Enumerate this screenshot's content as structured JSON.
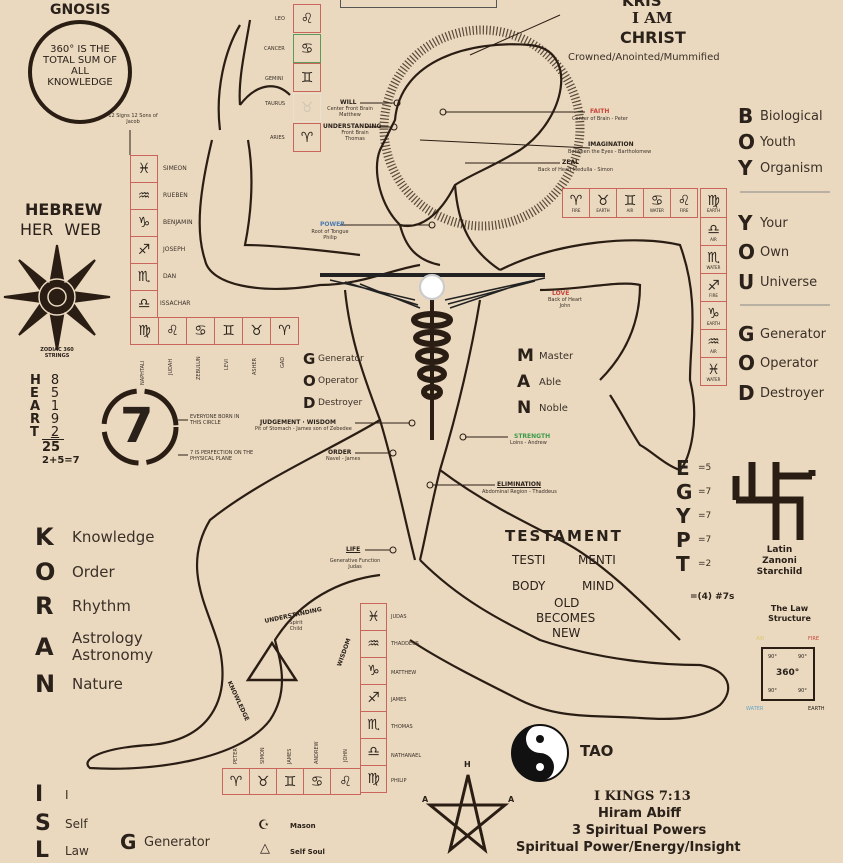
{
  "top_left": {
    "gnosis": "GNOSIS",
    "circle_text": "360° IS THE TOTAL SUM OF ALL KNOWLEDGE"
  },
  "hebrew": {
    "title": "HEBREW",
    "subtitle": "HER   WEB",
    "zodiac_caption": "ZODIAC 360 STRINGS"
  },
  "heart": {
    "letters": [
      "H",
      "E",
      "A",
      "R",
      "T"
    ],
    "numbers": [
      "8",
      "5",
      "1",
      "9",
      "2"
    ],
    "total": "25",
    "sum": "2+5=7"
  },
  "seven": {
    "numeral": "7",
    "note1": "EVERYONE BORN IN THIS CIRCLE",
    "note2": "7 IS PERFECTION ON THE PHYSICAL PLANE"
  },
  "sons_of_jacob": {
    "caption": "12 Signs 12 Sons of Jacob",
    "column": [
      {
        "glyph": "♓",
        "name": "SIMEON"
      },
      {
        "glyph": "♒",
        "name": "RUEBEN"
      },
      {
        "glyph": "♑",
        "name": "BENJAMIN"
      },
      {
        "glyph": "♐",
        "name": "JOSEPH"
      },
      {
        "glyph": "♏",
        "name": "DAN"
      },
      {
        "glyph": "♎",
        "name": "ISSACHAR"
      }
    ],
    "row": [
      {
        "glyph": "♍",
        "name": "NAPHTALI"
      },
      {
        "glyph": "♌",
        "name": "JUDAH"
      },
      {
        "glyph": "♋",
        "name": "ZEBULUN"
      },
      {
        "glyph": "♊",
        "name": "LEVI"
      },
      {
        "glyph": "♉",
        "name": "ASHER"
      },
      {
        "glyph": "♈",
        "name": "GAD"
      }
    ]
  },
  "top_signs": [
    {
      "glyph": "♌",
      "name": "LEO"
    },
    {
      "glyph": "♋",
      "name": "CANCER"
    },
    {
      "glyph": "♊",
      "name": "GEMINI"
    },
    {
      "glyph": "♉",
      "name": "TAURUS"
    },
    {
      "glyph": "♈",
      "name": "ARIES"
    }
  ],
  "god_left": [
    {
      "letter": "G",
      "word": "Generator"
    },
    {
      "letter": "O",
      "word": "Operator"
    },
    {
      "letter": "D",
      "word": "Destroyer"
    }
  ],
  "head": {
    "title1": "KRIS",
    "title2": "I AM",
    "title3": "CHRIST",
    "subtitle": "Crowned/Anointed/Mummified",
    "will": {
      "label": "WILL",
      "sub": "Center Front Brain Matthew"
    },
    "understanding": {
      "label": "UNDERSTANDING",
      "sub": "Front Brain Thomas"
    },
    "faith": {
      "label": "FAITH",
      "sub": "Center of Brain - Peter"
    },
    "imagination": {
      "label": "IMAGINATION",
      "sub": "Between the Eyes - Bartholomew"
    },
    "zeal": {
      "label": "ZEAL",
      "sub": "Back of Head Medulla - Simon"
    },
    "power": {
      "label": "POWER",
      "sub": "Root of Tongue Philip"
    }
  },
  "body": {
    "love": {
      "label": "LOVE",
      "sub": "Back of Heart John"
    },
    "judgement": {
      "label": "JUDGEMENT · WISDOM",
      "sub": "Pit of Stomach - James son of Zebedee"
    },
    "order": {
      "label": "ORDER",
      "sub": "Navel - James"
    },
    "strength": {
      "label": "STRENGTH",
      "sub": "Loins - Andrew"
    },
    "elimination": {
      "label": "ELIMINATION",
      "sub": "Abdominal Region - Thaddeus"
    },
    "life": {
      "label": "LIFE",
      "sub": "Generative Function Judas"
    }
  },
  "man": [
    {
      "letter": "M",
      "word": "Master"
    },
    {
      "letter": "A",
      "word": "Able"
    },
    {
      "letter": "N",
      "word": "Noble"
    }
  ],
  "boy": [
    {
      "letter": "B",
      "word": "Biological"
    },
    {
      "letter": "O",
      "word": "Youth"
    },
    {
      "letter": "Y",
      "word": "Organism"
    }
  ],
  "you": [
    {
      "letter": "Y",
      "word": "Your"
    },
    {
      "letter": "O",
      "word": "Own"
    },
    {
      "letter": "U",
      "word": "Universe"
    }
  ],
  "god_right": [
    {
      "letter": "G",
      "word": "Generator"
    },
    {
      "letter": "O",
      "word": "Operator"
    },
    {
      "letter": "D",
      "word": "Destroyer"
    }
  ],
  "elements_grid": {
    "row": [
      {
        "glyph": "♈",
        "el": "FIRE"
      },
      {
        "glyph": "♉",
        "el": "EARTH"
      },
      {
        "glyph": "♊",
        "el": "AIR"
      },
      {
        "glyph": "♋",
        "el": "WATER"
      },
      {
        "glyph": "♌",
        "el": "FIRE"
      },
      {
        "glyph": "♍",
        "el": "EARTH"
      }
    ],
    "column": [
      {
        "glyph": "♎",
        "el": "AIR"
      },
      {
        "glyph": "♏",
        "el": "WATER"
      },
      {
        "glyph": "♐",
        "el": "FIRE"
      },
      {
        "glyph": "♑",
        "el": "EARTH"
      },
      {
        "glyph": "♒",
        "el": "AIR"
      },
      {
        "glyph": "♓",
        "el": "WATER"
      }
    ]
  },
  "egypt": {
    "rows": [
      {
        "letter": "E",
        "value": "=5"
      },
      {
        "letter": "G",
        "value": "=7"
      },
      {
        "letter": "Y",
        "value": "=7"
      },
      {
        "letter": "P",
        "value": "=7"
      },
      {
        "letter": "T",
        "value": "=2"
      }
    ],
    "summary": "=(4) #7s"
  },
  "swastika_caption": "Latin Zanoni Starchild",
  "law": {
    "title": "The Law Structure",
    "fire": "FIRE",
    "air": "AIR",
    "water": "WATER",
    "earth": "EARTH",
    "center": "360°",
    "angle": "90°"
  },
  "koran": [
    {
      "letter": "K",
      "word": "Knowledge"
    },
    {
      "letter": "O",
      "word": "Order"
    },
    {
      "letter": "R",
      "word": "Rhythm"
    },
    {
      "letter": "A",
      "word": "Astrology Astronomy"
    },
    {
      "letter": "N",
      "word": "Nature"
    }
  ],
  "testament": {
    "title": "TESTAMENT",
    "testi": "TESTI",
    "menti": "MENTI",
    "body": "BODY",
    "mind": "MIND",
    "line1": "OLD",
    "line2": "BECOMES",
    "line3": "NEW"
  },
  "triangle": {
    "top": "UNDERSTANDING",
    "top_sub": "Spirit Child",
    "left": "KNOWLEDGE",
    "right": "WISDOM"
  },
  "apostles": {
    "column": [
      "JUDAS",
      "THADDEUS",
      "MATTHEW",
      "JAMES",
      "THOMAS",
      "NATHANAEL",
      "PHILIP"
    ],
    "row": [
      "PETER",
      "SIMON",
      "JAMES",
      "ANDREW",
      "JOHN"
    ]
  },
  "tao": "TAO",
  "kings": {
    "line1": "I KINGS 7:13",
    "line2": "Hiram Abiff",
    "line3": "3 Spiritual Powers",
    "line4": "Spiritual Power/Energy/Insight"
  },
  "isl": [
    {
      "letter": "I",
      "word": "I"
    },
    {
      "letter": "S",
      "word": "Self"
    },
    {
      "letter": "L",
      "word": "Law"
    }
  ],
  "bottom_god": {
    "letter": "G",
    "word": "Generator"
  },
  "mason": {
    "label1": "Mason",
    "label2": "Self Soul"
  },
  "pentagram_labels": {
    "top": "H",
    "left": "A",
    "right": "A"
  }
}
